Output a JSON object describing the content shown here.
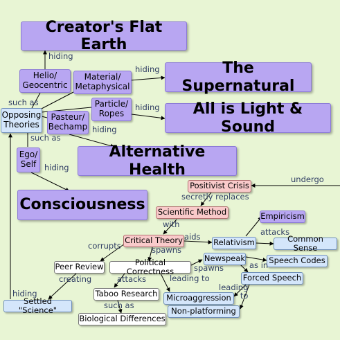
{
  "nodes": {
    "creator": "Creator's Flat Earth",
    "supernatural": "The Supernatural",
    "light_sound": "All is Light & Sound",
    "alt_health": "Alternative Health",
    "consciousness": "Consciousness",
    "helio": "Helio/\nGeocentric",
    "material": "Material/\nMetaphysical",
    "particle": "Particle/\nRopes",
    "opposing": "Opposing\nTheories",
    "pasteur": "Pasteur/\nBechamp",
    "ego": "Ego/\nSelf",
    "positivist": "Positivist Crisis",
    "scientific": "Scientific Method",
    "critical": "Critical Theory",
    "empiricism": "Empiricism",
    "relativism": "Relativism",
    "common_sense": "Common Sense",
    "peer_review": "Peer Review",
    "political": "Political Correctness",
    "newspeak": "Newspeak",
    "speech_codes": "Speech Codes",
    "forced_speech": "Forced Speech",
    "taboo": "Taboo Research",
    "micro": "Microaggression",
    "nonplat": "Non-platforming",
    "bio": "Biological Differences",
    "settled": "Settled \"Science\""
  },
  "edge_labels": {
    "hiding_creator": "hiding",
    "hiding_super": "hiding",
    "hiding_light": "hiding",
    "hiding_alt": "hiding",
    "hiding_cons": "hiding",
    "hiding_settled": "hiding",
    "such_as_1": "such as",
    "such_as_2": "such as",
    "undergo": "undergo",
    "secretly": "secretly replaces",
    "with": "with",
    "aids": "aids",
    "attacks_emp": "attacks",
    "corrupts": "corrupts",
    "spawns_1": "spawns",
    "spawns_2": "spawns",
    "creating": "creating",
    "attacks_taboo": "attacks",
    "leading_to_1": "leading to",
    "as_in": "as in",
    "leading_to_2": "leading\nto",
    "such_as_3": "such as"
  }
}
